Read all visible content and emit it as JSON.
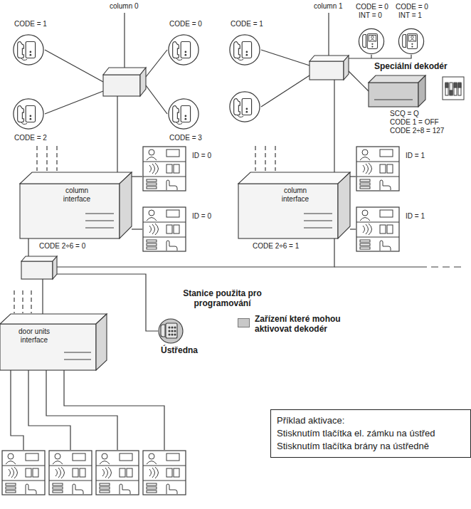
{
  "diagram": {
    "nodes": [
      {
        "text": [
          "CODE = 1"
        ]
      },
      {
        "text": [
          "CODE = 0"
        ]
      },
      {
        "text": [
          "CODE = 2"
        ]
      },
      {
        "text": [
          "CODE = 3"
        ]
      },
      {
        "text": [
          "CODE = 1"
        ]
      },
      {
        "text": [
          "CODE = 0",
          "INT = 0"
        ]
      },
      {
        "text": [
          "CODE = 0",
          "INT = 1"
        ]
      },
      {
        "text": [
          "Speciální dekodér"
        ]
      },
      {
        "text": [
          "column interface"
        ]
      },
      {
        "text": [
          "ID = 0"
        ]
      },
      {
        "text": [
          "ID = 0"
        ]
      },
      {
        "text": [
          "column interface"
        ]
      },
      {
        "text": [
          "ID = 1"
        ]
      },
      {
        "text": [
          "ID = 1"
        ]
      },
      {
        "text": [
          "door units interface"
        ]
      },
      {
        "text": [
          "Stanice použita pro programování",
          "Ústředna"
        ]
      },
      {
        "text": [
          "Příklad aktivace:",
          "Stisknutím tlačítka el. zámku na ústřed",
          "Stisknutím tlačítka brány na ústředně"
        ]
      }
    ],
    "edges": [
      {
        "from": 8,
        "to": 9,
        "arrow": "none"
      },
      {
        "from": 8,
        "to": 10,
        "arrow": "none"
      },
      {
        "from": 11,
        "to": 12,
        "arrow": "none"
      },
      {
        "from": 11,
        "to": 13,
        "arrow": "none"
      }
    ],
    "labels": [
      "column 0",
      "column 1",
      "SCQ = Q",
      "CODE 1 = OFF",
      "CODE 2÷8 = 127",
      "CODE 2÷6 = 0",
      "CODE 2÷6 = 1"
    ],
    "legend": [
      {
        "text": "Zařízení které mohou aktivovat dekodér",
        "color": "#c8c8c8"
      }
    ]
  }
}
